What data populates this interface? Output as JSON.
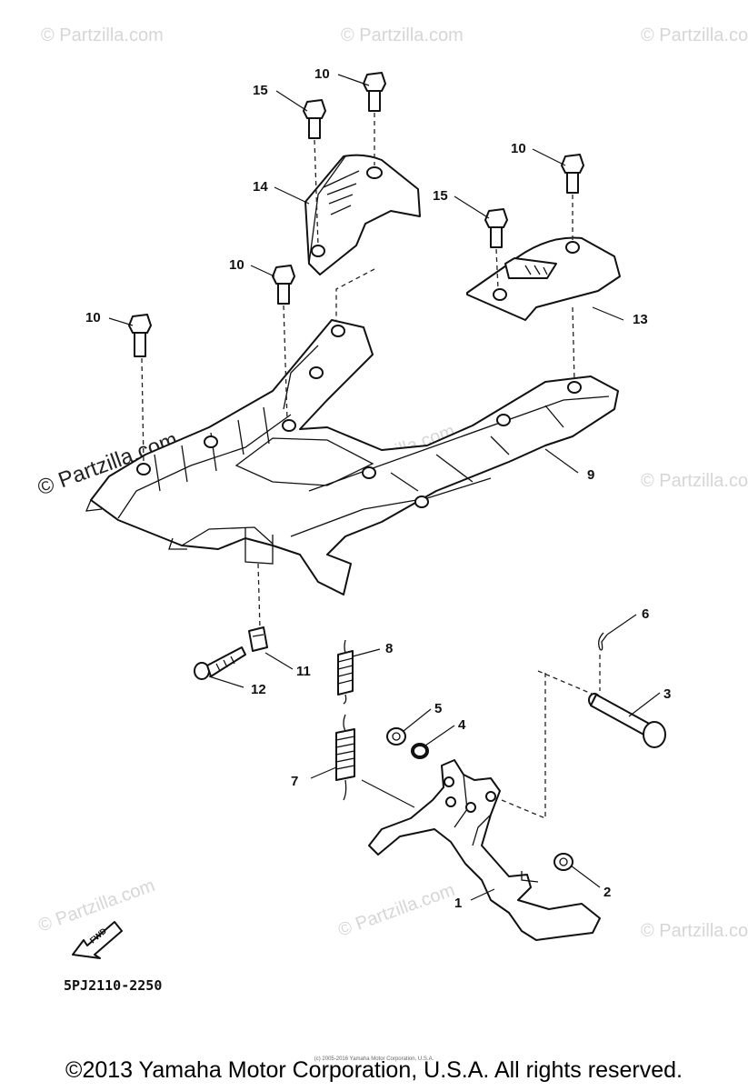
{
  "watermarks": [
    "© Partzilla.com",
    "© Partzilla.com",
    "© Partzilla.com",
    "© Partzilla.com",
    "© Partzilla.com",
    "© Partzilla.com",
    "© Partzilla.com",
    "© Partzilla.com",
    "© Partzilla.com"
  ],
  "watermark_prominent": "© Partzilla.com",
  "callouts": {
    "c10a": "10",
    "c15a": "15",
    "c14": "14",
    "c10b": "10",
    "c15b": "15",
    "c10c": "10",
    "c13": "13",
    "c10d": "10",
    "c9": "9",
    "c11": "11",
    "c12": "12",
    "c8": "8",
    "c6": "6",
    "c3": "3",
    "c5": "5",
    "c4": "4",
    "c7": "7",
    "c2": "2",
    "c1": "1"
  },
  "fwd_label": "FWD",
  "diagram_code": "5PJ2110-2250",
  "tiny_notice": "(c) 2005-2016 Yamaha Motor Corporation, U.S.A.",
  "copyright": "©2013 Yamaha Motor Corporation, U.S.A. All rights reserved."
}
